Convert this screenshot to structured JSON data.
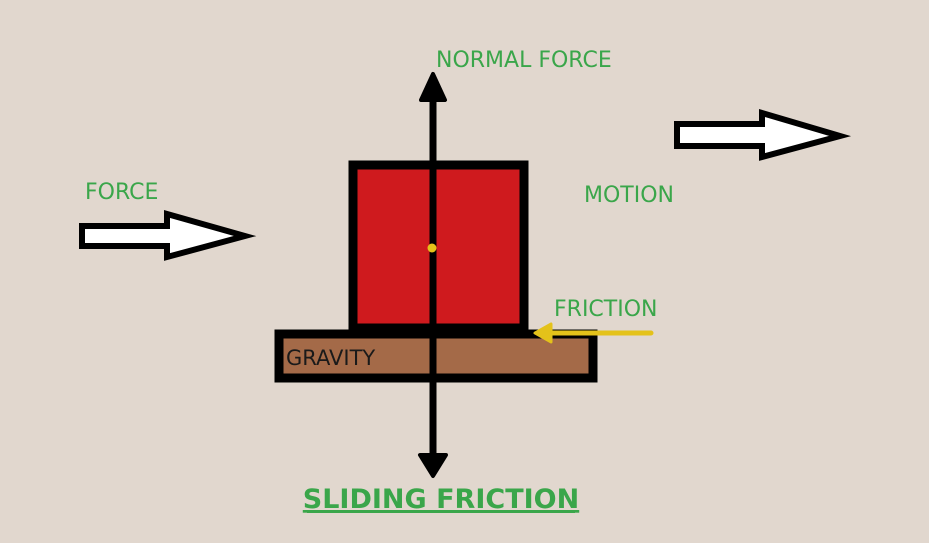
{
  "labels": {
    "normal_force": "NORMAL FORCE",
    "force": "FORCE",
    "motion": "MOTION",
    "friction": "FRICTION",
    "gravity": "GRAVITY",
    "title": "SLIDING FRICTION"
  },
  "colors": {
    "background": "#e1d7ce",
    "label_green": "#3aa64a",
    "block_red": "#cf1a1e",
    "surface_brown": "#a46a48",
    "outline": "#000000",
    "friction_arrow": "#e4c21a",
    "arrow_fill": "#ffffff"
  }
}
